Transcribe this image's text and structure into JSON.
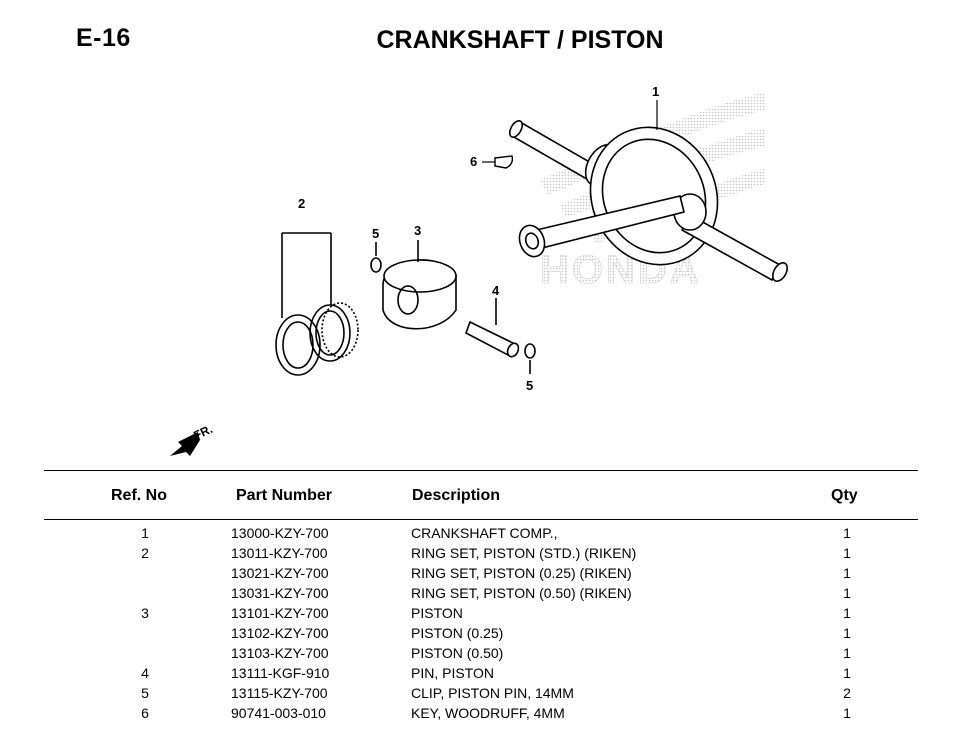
{
  "header": {
    "code": "E-16",
    "title": "CRANKSHAFT / PISTON"
  },
  "diagram": {
    "callouts": [
      "1",
      "2",
      "3",
      "4",
      "5",
      "5",
      "6"
    ],
    "direction_label": "FR.",
    "watermark": "HONDA"
  },
  "table": {
    "columns": {
      "ref": "Ref. No",
      "part": "Part Number",
      "desc": "Description",
      "qty": "Qty"
    },
    "rows": [
      {
        "ref": "1",
        "part": "13000-KZY-700",
        "desc": "CRANKSHAFT COMP.,",
        "qty": "1"
      },
      {
        "ref": "2",
        "part": "13011-KZY-700",
        "desc": "RING SET, PISTON (STD.) (RIKEN)",
        "qty": "1"
      },
      {
        "ref": "",
        "part": "13021-KZY-700",
        "desc": "RING SET, PISTON (0.25) (RIKEN)",
        "qty": "1"
      },
      {
        "ref": "",
        "part": "13031-KZY-700",
        "desc": "RING SET, PISTON (0.50) (RIKEN)",
        "qty": "1"
      },
      {
        "ref": "3",
        "part": "13101-KZY-700",
        "desc": "PISTON",
        "qty": "1"
      },
      {
        "ref": "",
        "part": "13102-KZY-700",
        "desc": "PISTON (0.25)",
        "qty": "1"
      },
      {
        "ref": "",
        "part": "13103-KZY-700",
        "desc": "PISTON (0.50)",
        "qty": "1"
      },
      {
        "ref": "4",
        "part": "13111-KGF-910",
        "desc": "PIN, PISTON",
        "qty": "1"
      },
      {
        "ref": "5",
        "part": "13115-KZY-700",
        "desc": "CLIP, PISTON PIN, 14MM",
        "qty": "2"
      },
      {
        "ref": "6",
        "part": "90741-003-010",
        "desc": "KEY, WOODRUFF, 4MM",
        "qty": "1"
      }
    ]
  }
}
